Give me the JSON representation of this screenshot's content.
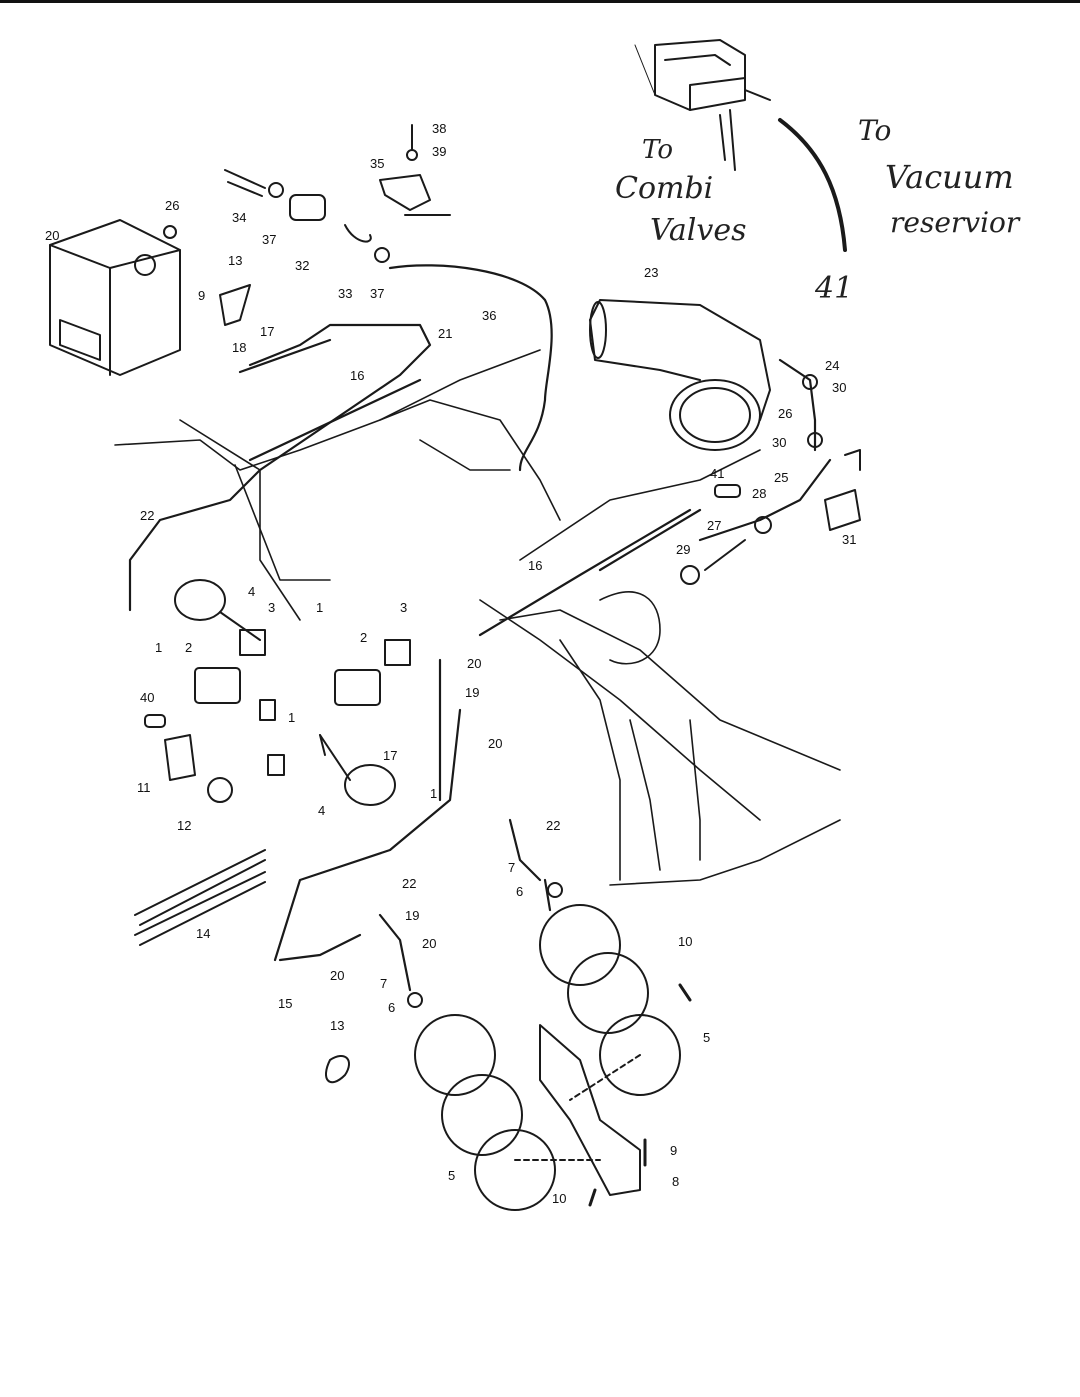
{
  "annotations": {
    "combi": [
      "To",
      "Combi",
      "Valves"
    ],
    "vacuum": [
      "To",
      "Vacuum",
      "reservior"
    ],
    "part41": "41"
  },
  "callouts": [
    "38",
    "39",
    "35",
    "26",
    "20",
    "9",
    "34",
    "37",
    "32",
    "33",
    "37",
    "36",
    "13",
    "17",
    "18",
    "21",
    "16",
    "23",
    "24",
    "30",
    "26",
    "30",
    "25",
    "41",
    "28",
    "31",
    "27",
    "29",
    "22",
    "16",
    "4",
    "3",
    "1",
    "3",
    "2",
    "2",
    "1",
    "20",
    "19",
    "40",
    "1",
    "17",
    "20",
    "11",
    "12",
    "4",
    "1",
    "14",
    "22",
    "7",
    "6",
    "22",
    "19",
    "20",
    "20",
    "7",
    "6",
    "15",
    "13",
    "10",
    "5",
    "9",
    "5",
    "8",
    "10"
  ],
  "colors": {
    "ink": "#1a1a1a",
    "paper": "#ffffff"
  }
}
